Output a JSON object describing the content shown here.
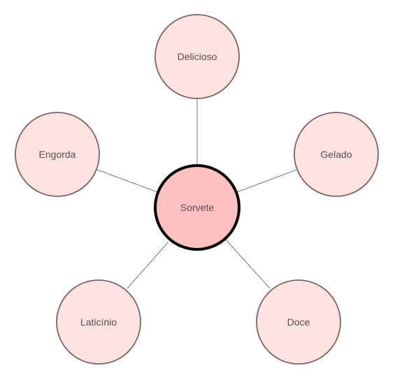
{
  "diagram": {
    "center": {
      "label": "Sorvete",
      "fill": "#ffc0c0",
      "stroke": "#000000"
    },
    "satellites": [
      {
        "id": "delicioso",
        "label": "Delicioso"
      },
      {
        "id": "gelado",
        "label": "Gelado"
      },
      {
        "id": "doce",
        "label": "Doce"
      },
      {
        "id": "laticinio",
        "label": "Laticínio"
      },
      {
        "id": "engorda",
        "label": "Engorda"
      }
    ],
    "colors": {
      "satellite_fill": "#ffe3e3",
      "satellite_stroke": "#7a6464",
      "connector": "#555555",
      "text": "#5c4b4b"
    }
  }
}
